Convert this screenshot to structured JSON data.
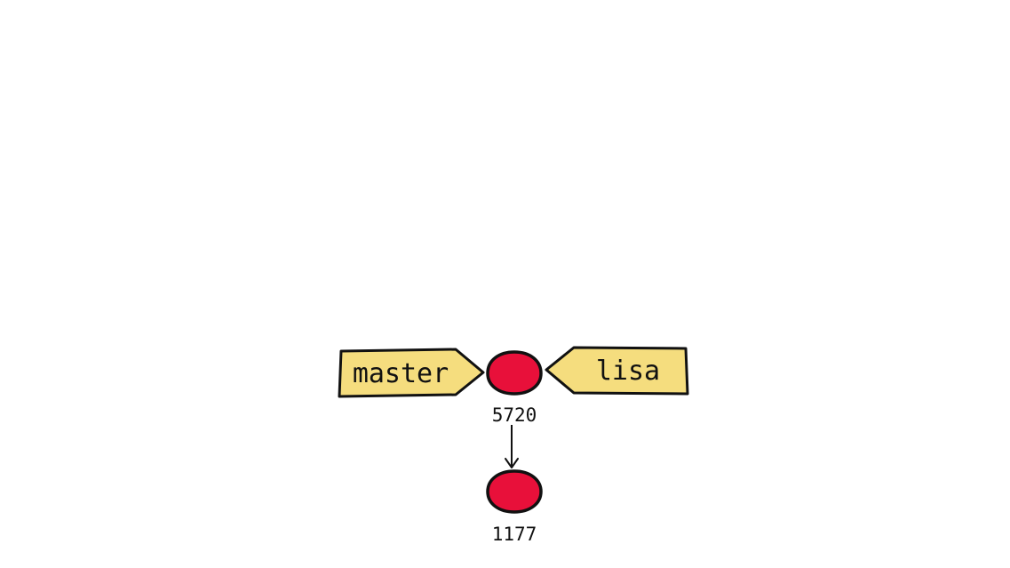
{
  "colors": {
    "branch_fill": "#f5dd7e",
    "commit_fill": "#e8103a",
    "stroke": "#111111",
    "background": "#ffffff"
  },
  "branches": [
    {
      "name": "master",
      "points_to": "5720",
      "side": "left"
    },
    {
      "name": "lisa",
      "points_to": "5720",
      "side": "right"
    }
  ],
  "commits": [
    {
      "id": "5720",
      "parent": "1177"
    },
    {
      "id": "1177",
      "parent": null
    }
  ]
}
